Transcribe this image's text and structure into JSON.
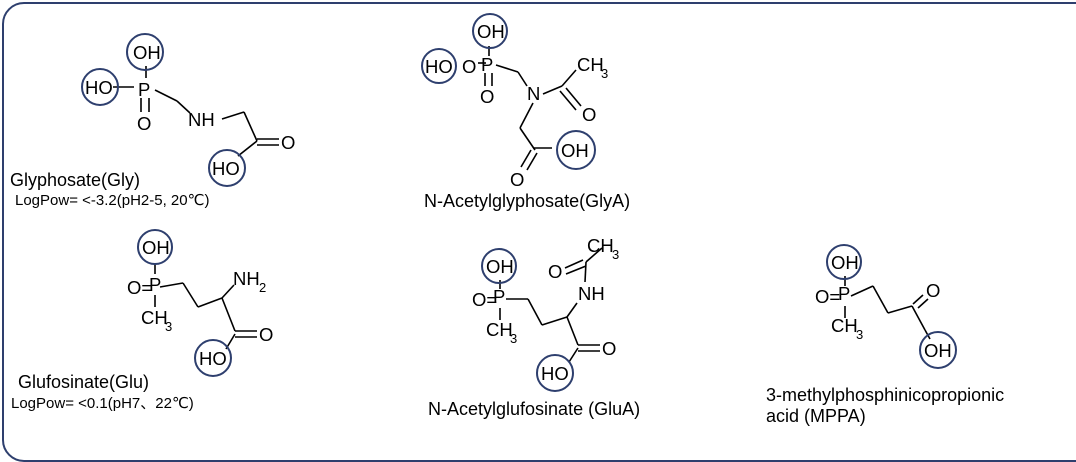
{
  "colors": {
    "frame": "#2e3f6e",
    "circle": "#2e3f6e",
    "ink": "#000000"
  },
  "compounds": [
    {
      "name": "Glyphosate(Gly)",
      "logpow": "LogPow= <-3.2(pH2-5, 20℃)"
    },
    {
      "name": "N-Acetylglyphosate(GlyA)"
    },
    {
      "name": "Glufosinate(Glu)",
      "logpow": "LogPow= <0.1(pH7、22℃)"
    },
    {
      "name": "N-Acetylglufosinate (GluA)"
    },
    {
      "name_line1": "3-methylphosphinicopropionic",
      "name_line2": "acid (MPPA)"
    }
  ],
  "atoms": {
    "oh": "OH",
    "ho": "HO",
    "p": "P",
    "o": "O",
    "nh": "NH",
    "n": "N",
    "ch": "CH",
    "nh2": "NH",
    "sub3": "3",
    "sub2": "2",
    "eq": "O="
  }
}
